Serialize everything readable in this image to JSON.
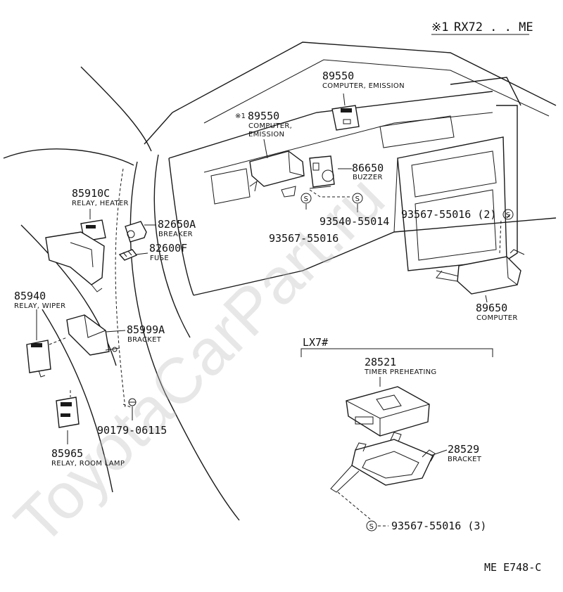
{
  "header": {
    "mark": "※1",
    "model": "RX72 . . ME"
  },
  "section_lx": "LX7#",
  "drawing_code": "ME E748-C",
  "watermark": "ToyotaCarPart.ru",
  "parts": {
    "p89550": {
      "number": "89550",
      "label": "COMPUTER, EMISSION"
    },
    "p89550_alt": {
      "mark": "※1",
      "number": "89550",
      "label1": "COMPUTER,",
      "label2": "EMISSION"
    },
    "p86650": {
      "number": "86650",
      "label": "BUZZER"
    },
    "p93540": {
      "number": "93540-55014"
    },
    "p93567_a": {
      "number": "93567-55016"
    },
    "p93567_b": {
      "number": "93567-55016 (2)"
    },
    "p89650": {
      "number": "89650",
      "label": "COMPUTER"
    },
    "p85910C": {
      "number": "85910C",
      "label": "RELAY, HEATER"
    },
    "p82650A": {
      "number": "82650A",
      "label": "BREAKER"
    },
    "p82600F": {
      "number": "82600F",
      "label": "FUSE"
    },
    "p85940": {
      "number": "85940",
      "label": "RELAY, WIPER"
    },
    "p85999A": {
      "number": "85999A",
      "label": "BRACKET"
    },
    "p90179": {
      "number": "90179-06115"
    },
    "p85965": {
      "number": "85965",
      "label": "RELAY, ROOM LAMP"
    },
    "p28521": {
      "number": "28521",
      "label": "TIMER PREHEATING"
    },
    "p28529": {
      "number": "28529",
      "label": "BRACKET"
    },
    "p93567_c": {
      "number": "93567-55016 (3)"
    }
  },
  "symbols": {
    "screw": "S"
  }
}
